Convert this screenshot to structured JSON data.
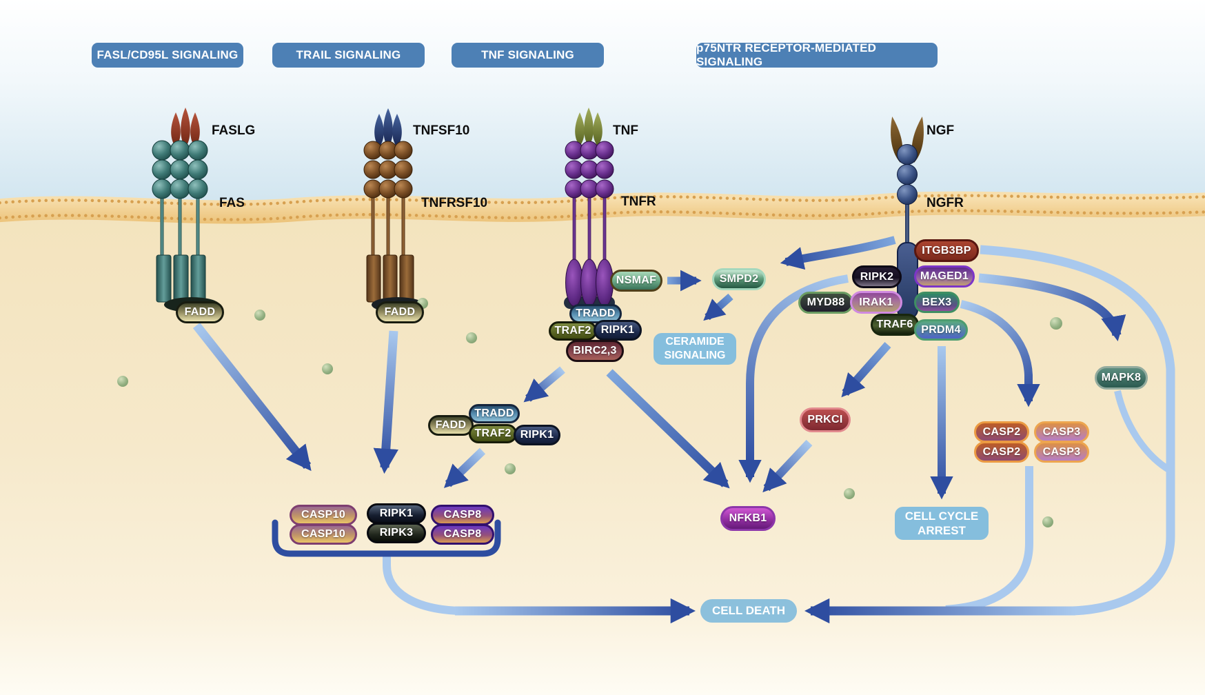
{
  "palette": {
    "header_bg": "#4d80b5",
    "arrow_dark": "#2e4da0",
    "arrow_light": "#a9c9ee",
    "membrane_tan": "#eec27c",
    "cytoplasm": "#f6e9ca",
    "extracellular_blue": "#cfe4ef",
    "info_box_blue": "#85bedd"
  },
  "headers": [
    {
      "label": "FASL/CD95L SIGNALING"
    },
    {
      "label": "TRAIL SIGNALING"
    },
    {
      "label": "TNF SIGNALING"
    },
    {
      "label": "p75NTR RECEPTOR-MEDIATED SIGNALING"
    }
  ],
  "receptor_labels": {
    "faslg": "FASLG",
    "fas": "FAS",
    "tnfsf10": "TNFSF10",
    "tnfrsf10": "TNFRSF10",
    "tnf": "TNF",
    "tnfr": "TNFR",
    "ngf": "NGF",
    "ngfr": "NGFR"
  },
  "nodes": {
    "fadd_fas": "FADD",
    "fadd_trail": "FADD",
    "nsmaf": "NSMAF",
    "smpd2": "SMPD2",
    "tradd_tnfr": "TRADD",
    "traf2_tnfr": "TRAF2",
    "ripk1_tnfr": "RIPK1",
    "birc23": "BIRC2,3",
    "fadd_c2": "FADD",
    "tradd_c2": "TRADD",
    "traf2_c2": "TRAF2",
    "ripk1_c2": "RIPK1",
    "casp10_1": "CASP10",
    "casp10_2": "CASP10",
    "ripk1_c3": "RIPK1",
    "ripk3": "RIPK3",
    "casp8_1": "CASP8",
    "casp8_2": "CASP8",
    "itgb3bp": "ITGB3BP",
    "ripk2": "RIPK2",
    "maged1": "MAGED1",
    "myd88": "MYD88",
    "irak1": "IRAK1",
    "bex3": "BEX3",
    "traf6": "TRAF6",
    "prdm4": "PRDM4",
    "prkci": "PRKCI",
    "nfkb1": "NFKB1",
    "mapk8": "MAPK8",
    "casp2_1": "CASP2",
    "casp2_2": "CASP2",
    "casp3_1": "CASP3",
    "casp3_2": "CASP3"
  },
  "outcomes": {
    "ceramide": {
      "line1": "CERAMIDE",
      "line2": "SIGNALING"
    },
    "cell_cycle": {
      "line1": "CELL CYCLE",
      "line2": "ARREST"
    },
    "cell_death": {
      "label": "CELL DEATH"
    }
  }
}
